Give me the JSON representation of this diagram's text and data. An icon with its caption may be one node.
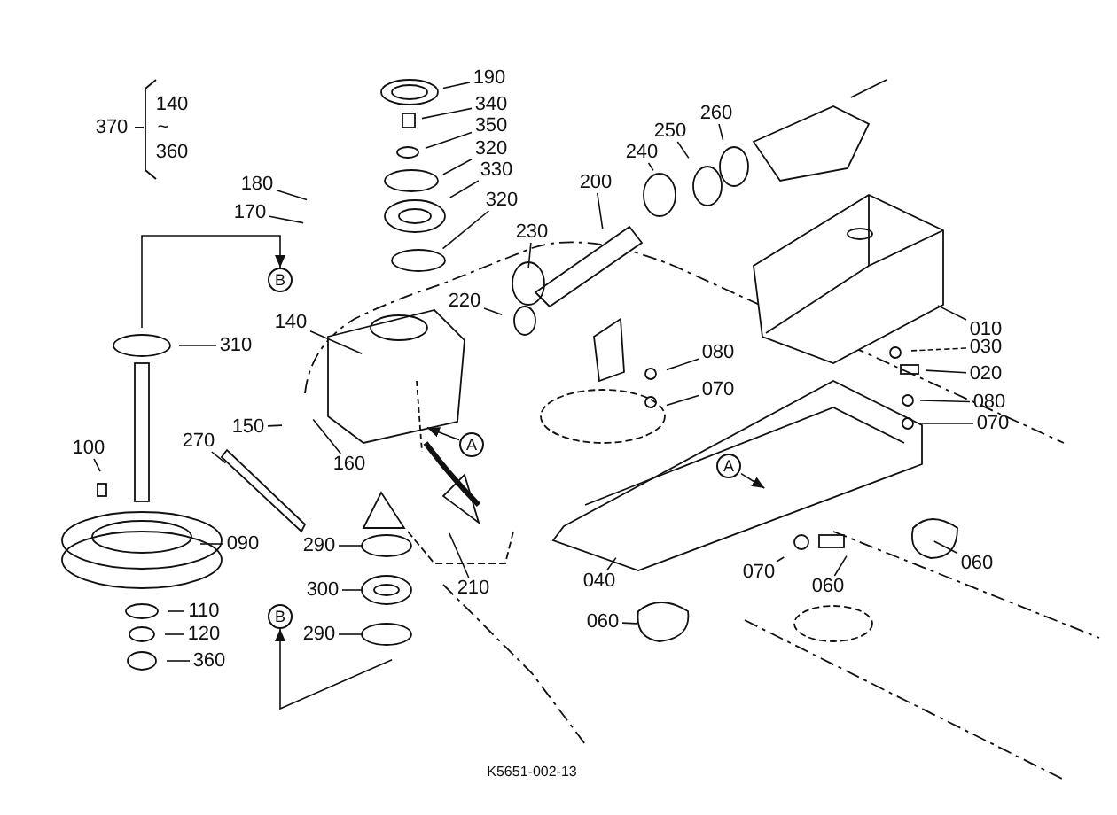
{
  "diagram": {
    "nodes": [
      {
        "text": [
          "190"
        ]
      },
      {
        "text": [
          "340"
        ]
      },
      {
        "text": [
          "350"
        ]
      },
      {
        "text": [
          "320"
        ]
      },
      {
        "text": [
          "330"
        ]
      },
      {
        "text": [
          "320"
        ]
      },
      {
        "text": [
          "180"
        ]
      },
      {
        "text": [
          "170"
        ]
      },
      {
        "text": [
          "B"
        ]
      },
      {
        "text": [
          "140"
        ]
      },
      {
        "text": [
          "310"
        ]
      },
      {
        "text": [
          "230"
        ]
      },
      {
        "text": [
          "220"
        ]
      },
      {
        "text": [
          "200"
        ]
      },
      {
        "text": [
          "240"
        ]
      },
      {
        "text": [
          "250"
        ]
      },
      {
        "text": [
          "260"
        ]
      },
      {
        "text": [
          "010"
        ]
      },
      {
        "text": [
          "030"
        ]
      },
      {
        "text": [
          "020"
        ]
      },
      {
        "text": [
          "080"
        ]
      },
      {
        "text": [
          "070"
        ]
      },
      {
        "text": [
          "080"
        ]
      },
      {
        "text": [
          "070"
        ]
      },
      {
        "text": [
          "150"
        ]
      },
      {
        "text": [
          "160"
        ]
      },
      {
        "text": [
          "A"
        ]
      },
      {
        "text": [
          "270"
        ]
      },
      {
        "text": [
          "100"
        ]
      },
      {
        "text": [
          "A"
        ]
      },
      {
        "text": [
          "090"
        ]
      },
      {
        "text": [
          "290"
        ]
      },
      {
        "text": [
          "210"
        ]
      },
      {
        "text": [
          "300"
        ]
      },
      {
        "text": [
          "040"
        ]
      },
      {
        "text": [
          "070"
        ]
      },
      {
        "text": [
          "060"
        ]
      },
      {
        "text": [
          "060"
        ]
      },
      {
        "text": [
          "290"
        ]
      },
      {
        "text": [
          "B"
        ]
      },
      {
        "text": [
          "060"
        ]
      },
      {
        "text": [
          "110"
        ]
      },
      {
        "text": [
          "120"
        ]
      },
      {
        "text": [
          "360"
        ]
      }
    ],
    "edges": [
      {
        "from": 0,
        "to": null,
        "arrow": "none"
      },
      {
        "from": 1,
        "to": null,
        "arrow": "none"
      },
      {
        "from": 2,
        "to": null,
        "arrow": "none"
      },
      {
        "from": 3,
        "to": null,
        "arrow": "none"
      },
      {
        "from": 4,
        "to": null,
        "arrow": "none"
      },
      {
        "from": 5,
        "to": null,
        "arrow": "none"
      },
      {
        "from": 6,
        "to": null,
        "arrow": "none"
      },
      {
        "from": 7,
        "to": null,
        "arrow": "none"
      },
      {
        "from": null,
        "to": 8,
        "arrow": "to"
      },
      {
        "from": 9,
        "to": null,
        "arrow": "none"
      },
      {
        "from": 10,
        "to": null,
        "arrow": "none"
      },
      {
        "from": 11,
        "to": null,
        "arrow": "none"
      },
      {
        "from": 12,
        "to": null,
        "arrow": "none"
      },
      {
        "from": 13,
        "to": null,
        "arrow": "none"
      },
      {
        "from": 14,
        "to": null,
        "arrow": "none"
      },
      {
        "from": 15,
        "to": null,
        "arrow": "none"
      },
      {
        "from": 16,
        "to": null,
        "arrow": "none"
      },
      {
        "from": 17,
        "to": null,
        "arrow": "none"
      },
      {
        "from": 18,
        "to": null,
        "arrow": "none",
        "style": "dashed"
      },
      {
        "from": 19,
        "to": null,
        "arrow": "none"
      },
      {
        "from": 20,
        "to": null,
        "arrow": "none"
      },
      {
        "from": 21,
        "to": null,
        "arrow": "none"
      },
      {
        "from": 22,
        "to": null,
        "arrow": "none"
      },
      {
        "from": 23,
        "to": null,
        "arrow": "none"
      },
      {
        "from": 24,
        "to": null,
        "arrow": "none"
      },
      {
        "from": 25,
        "to": null,
        "arrow": "none"
      },
      {
        "from": 26,
        "to": null,
        "arrow": "to"
      },
      {
        "from": 27,
        "to": null,
        "arrow": "none"
      },
      {
        "from": 28,
        "to": null,
        "arrow": "none"
      },
      {
        "from": 29,
        "to": null,
        "arrow": "to"
      },
      {
        "from": 30,
        "to": null,
        "arrow": "none"
      },
      {
        "from": 31,
        "to": null,
        "arrow": "none"
      },
      {
        "from": 32,
        "to": null,
        "arrow": "none"
      },
      {
        "from": 33,
        "to": null,
        "arrow": "none"
      },
      {
        "from": 34,
        "to": null,
        "arrow": "none"
      },
      {
        "from": 35,
        "to": null,
        "arrow": "none"
      },
      {
        "from": 36,
        "to": null,
        "arrow": "none"
      },
      {
        "from": 37,
        "to": null,
        "arrow": "none"
      },
      {
        "from": 38,
        "to": null,
        "arrow": "none"
      },
      {
        "from": null,
        "to": 39,
        "arrow": "to"
      },
      {
        "from": 40,
        "to": null,
        "arrow": "none"
      },
      {
        "from": 41,
        "to": null,
        "arrow": "none"
      },
      {
        "from": 42,
        "to": null,
        "arrow": "none"
      },
      {
        "from": 43,
        "to": null,
        "arrow": "none"
      }
    ],
    "labels": [
      "370",
      "140",
      "~",
      "360",
      "K5651-002-13"
    ]
  }
}
